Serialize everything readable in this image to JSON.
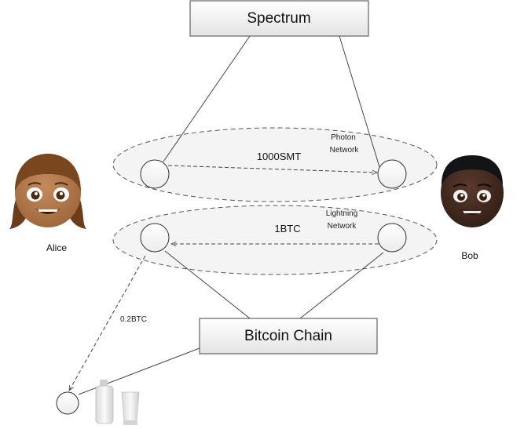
{
  "boxes": {
    "spectrum": "Spectrum",
    "bitcoin_chain": "Bitcoin Chain"
  },
  "networks": {
    "photon": {
      "line1": "Photon",
      "line2": "Network",
      "transfer": "1000SMT"
    },
    "lightning": {
      "line1": "Lightning",
      "line2": "Network",
      "transfer": "1BTC"
    }
  },
  "withdrawal": "0.2BTC",
  "people": {
    "alice": "Alice",
    "bob": "Bob"
  }
}
